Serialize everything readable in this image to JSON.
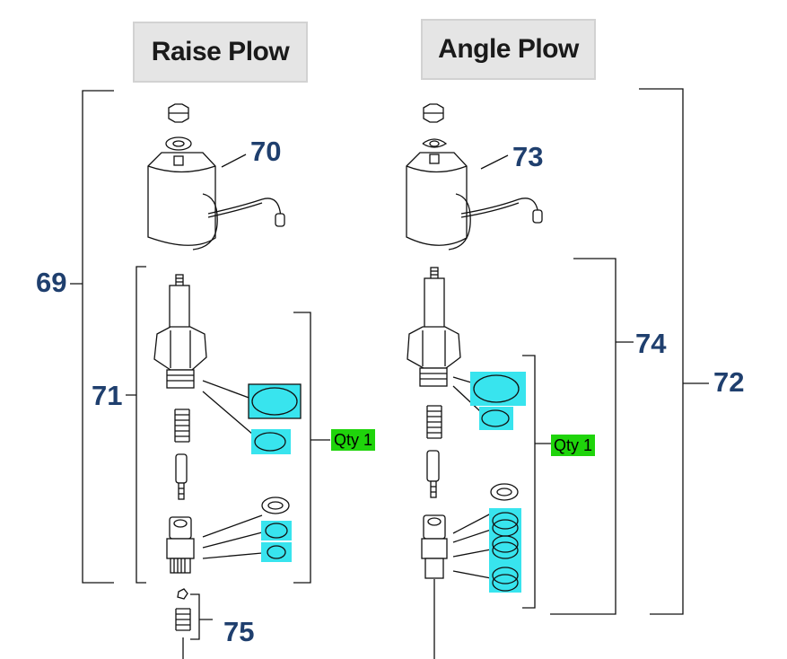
{
  "titles": {
    "raise": "Raise Plow",
    "angle": "Angle Plow"
  },
  "callouts": {
    "c69": "69",
    "c70": "70",
    "c71": "71",
    "c72": "72",
    "c73": "73",
    "c74": "74",
    "c75": "75"
  },
  "qty": {
    "raise": "Qty 1",
    "angle": "Qty 1"
  },
  "colors": {
    "highlight_cyan": "#38e4ee",
    "qty_green": "#1fd40b",
    "callout_navy": "#1f3f6e",
    "title_bg": "#e5e5e5"
  }
}
